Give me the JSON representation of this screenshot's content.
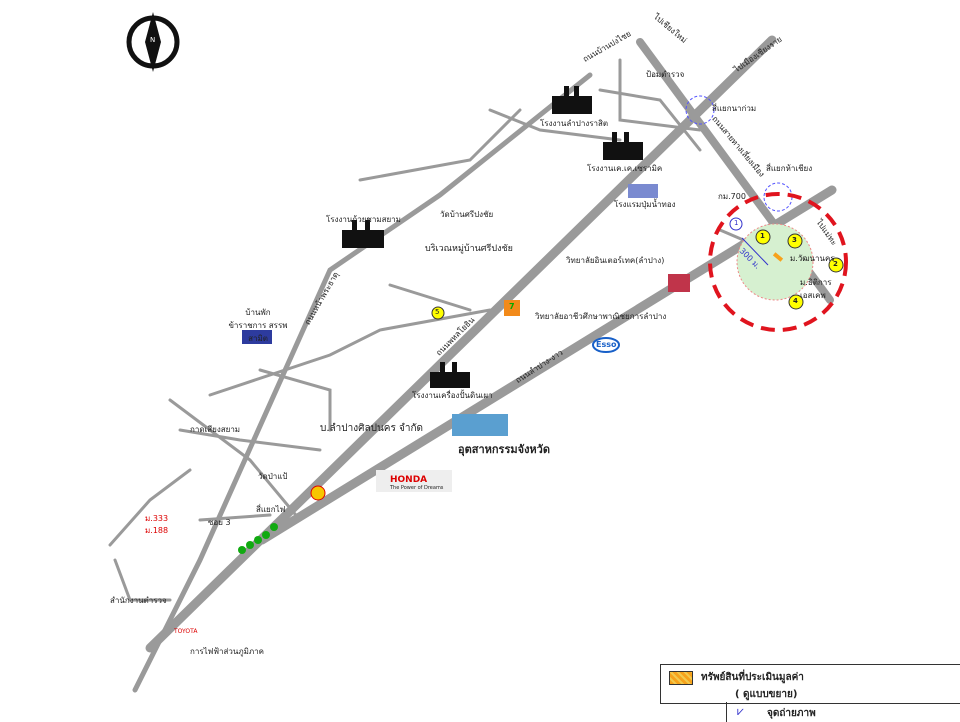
{
  "compass": {
    "label": "N"
  },
  "labels": {
    "road_north_1": "ถนนบ้านปงไชย",
    "road_north_2": "ไปเชียงใหม่",
    "road_north_3": "ไปเมืองเชียงราย",
    "police": "ป้อมตำรวจ",
    "junction1": "สี่แยกนาก่วม",
    "junction2": "สี่แยกห้าเชียง",
    "road_highway": "ถนนสายทางเลี่ยงเมือง",
    "factory1": "โรงงานลำปางราสิต",
    "factory2": "โรงงานเค.เค.เซรามิค",
    "factory3": "โรงแรมปุ่มน้ำทอง",
    "km": "กม.700",
    "road_east": "ไปแม่ทะ",
    "factory4": "โรงงานถ้วยชามสยาม",
    "temple1": "วัดบ้านศรีปงชัย",
    "village": "บริเวณหมู่บ้านศรีปงชัย",
    "college1": "วิทยาลัยอินเตอร์เทค(ลำปาง)",
    "college2": "วิทยาลัยอาชีวศึกษาพาณิชยการลำปาง",
    "house_project": "บ้านพักข้าราชการ สรรพสามิต",
    "road_left": "ถนนหน้าพระธาตุ",
    "road_main": "ถนนพหลโยธิน",
    "road_main2": "ถนนลำปาง-งาว",
    "factory5": "โรงงานเครื่องปั้นดินเผา",
    "company": "บ.ลำปางศิลปนคร จำกัด",
    "industry": "อุตสาหกรรมจังหวัด",
    "honda": "HONDA",
    "honda_sub": "The Power of Dreams",
    "kadsiam": "กาดเสียงสยาม",
    "temple2": "วัดป่าแป้",
    "soi": "ซอย 3",
    "traffic": "สี่แยกไฟ",
    "marker333": "ม.333",
    "marker188": "ม.188",
    "police2": "สำนักงานตำรวจ",
    "electric": "การไฟฟ้าส่วนภูมิภาค",
    "toyota": "TOYOTA",
    "esso": "Esso",
    "dist": "300 ม.",
    "site_a": "ม.วัฒนานคร",
    "site_b": "ม.ธิติการ เอสเคพ",
    "num5": "5",
    "seven": "7"
  },
  "points": [
    "1",
    "2",
    "3",
    "4"
  ],
  "photo_point": "1",
  "legend": {
    "asset": "ทรัพย์สินที่ประเมินมูลค่า",
    "asset_sub": "( ดูแบบขยาย)",
    "photo": "จุดถ่ายภาพ"
  }
}
